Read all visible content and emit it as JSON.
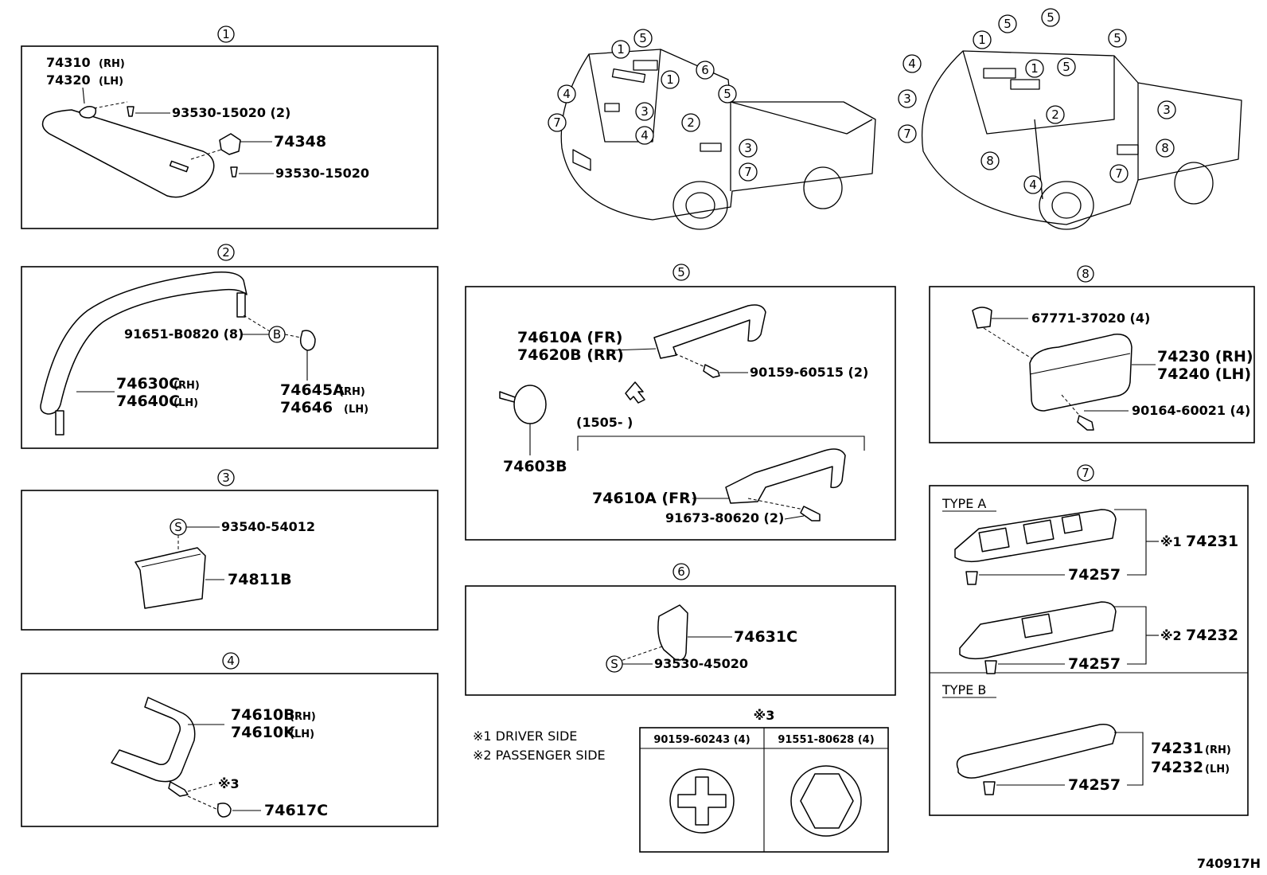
{
  "callouts": {
    "c1": "1",
    "c2": "2",
    "c3": "3",
    "c4": "4",
    "c5": "5",
    "c6": "6",
    "c7": "7",
    "c8": "8",
    "B": "B",
    "S": "S"
  },
  "sec1": {
    "p1": "74310",
    "p1s": "(RH)",
    "p2": "74320",
    "p2s": "(LH)",
    "screw_a": "93530-15020 (2)",
    "clip": "74348",
    "screw_b": "93530-15020"
  },
  "sec2": {
    "bolt": "91651-B0820 (8)",
    "trim_rh": "74630C",
    "trim_rh_s": "(RH)",
    "trim_lh": "74640C",
    "trim_lh_s": "(LH)",
    "cap_rh": "74645A",
    "cap_rh_s": "(RH)",
    "cap_lh": "74646",
    "cap_lh_s": "(LH)"
  },
  "sec3": {
    "screw": "93540-54012",
    "pocket": "74811B"
  },
  "sec4": {
    "grip_rh": "74610B",
    "grip_rh_s": "(RH)",
    "grip_lh": "74610K",
    "grip_lh_s": "(LH)",
    "screw_ref": "※3",
    "cap": "74617C"
  },
  "sec5": {
    "grip_fr": "74610A (FR)",
    "grip_rr": "74620B (RR)",
    "screw": "90159-60515 (2)",
    "plug": "74603B",
    "range": "(1505-        )",
    "grip_fr2": "74610A (FR)",
    "bolt": "91673-80620 (2)"
  },
  "sec6": {
    "hook": "74631C",
    "screw": "93530-45020"
  },
  "sec7": {
    "type_a": "TYPE A",
    "type_b": "TYPE B",
    "note1": "※1",
    "sw1": "74231",
    "base1": "74257",
    "note2": "※2",
    "sw2": "74232",
    "base2": "74257",
    "sw3": "74231",
    "sw3_s": "(RH)",
    "sw4": "74232",
    "sw4_s": "(LH)",
    "base3": "74257"
  },
  "sec8": {
    "clip": "67771-37020 (4)",
    "grip_rh": "74230 (RH)",
    "grip_lh": "74240 (LH)",
    "screw": "90164-60021 (4)"
  },
  "legend": {
    "note1": "※1 DRIVER SIDE",
    "note2": "※2 PASSENGER SIDE",
    "ref": "※3",
    "col1": "90159-60243 (4)",
    "col2": "91551-80628 (4)"
  },
  "footer": {
    "code": "740917H"
  }
}
